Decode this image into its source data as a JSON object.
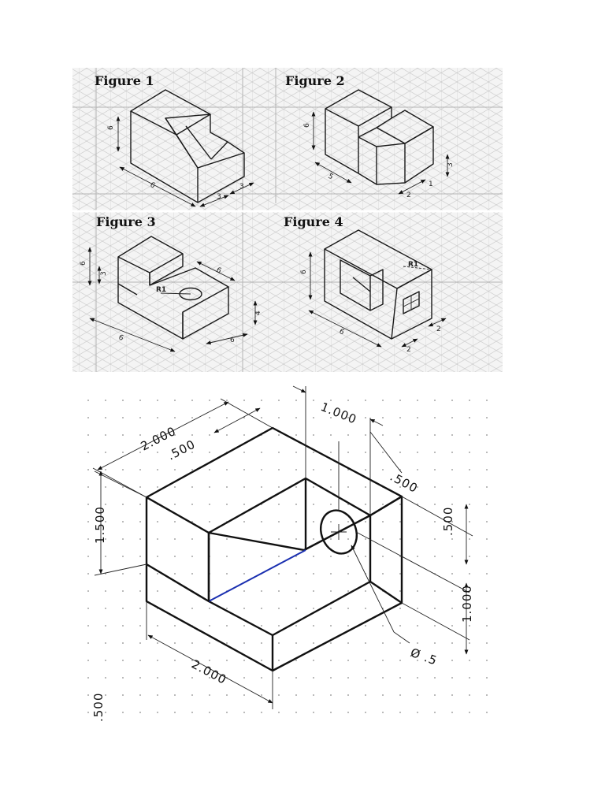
{
  "worksheet": {
    "figures": [
      {
        "title": "Figure 1",
        "dims": [
          "6",
          "6",
          "3",
          "3"
        ]
      },
      {
        "title": "Figure 2",
        "dims": [
          "6",
          "5",
          "2",
          "1",
          "3"
        ]
      },
      {
        "title": "Figure 3",
        "dims": [
          "6",
          "3",
          "R1",
          "6",
          "6",
          "6",
          "4"
        ]
      },
      {
        "title": "Figure 4",
        "dims": [
          "R1",
          "6",
          "6",
          "2",
          "2"
        ]
      }
    ]
  },
  "drawing": {
    "dims": {
      "top_width": "2.000",
      "top_step": ".500",
      "hole_offset": "1.000",
      "right_step": ".500",
      "height": "1.500",
      "right_top": ".500",
      "right_mid": "1.000",
      "bottom_width": "2.000",
      "diameter": "Ø .5",
      "bottom_left": ".500"
    },
    "colors": {
      "line": "#111111",
      "accent_edge": "#1a2fb0"
    }
  }
}
